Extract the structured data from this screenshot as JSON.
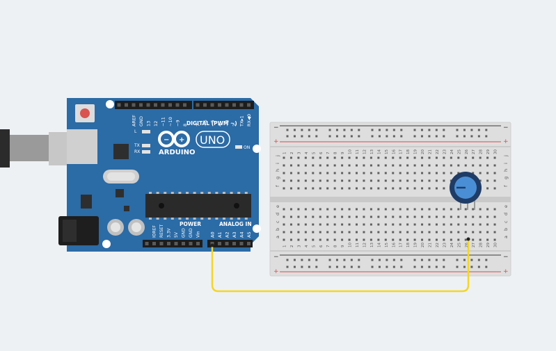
{
  "board": {
    "digital_header": "DIGITAL (PWM ~)",
    "digital_pins": [
      "AREF",
      "GND",
      "13",
      "12",
      "~11",
      "~10",
      "~9",
      "8",
      "7",
      "~6",
      "~5",
      "4",
      "~3",
      "2",
      "TX▸1",
      "RX◀0"
    ],
    "led_labels": [
      "L",
      "TX",
      "RX"
    ],
    "on_label": "ON",
    "brand_text": "ARDUINO",
    "model_text": "UNO",
    "power_header": "POWER",
    "analog_header": "ANALOG IN",
    "power_pins": [
      "IOREF",
      "RESET",
      "3.3V",
      "5V",
      "GND",
      "GND",
      "Vin"
    ],
    "analog_pins": [
      "A0",
      "A1",
      "A2",
      "A3",
      "A4",
      "A5"
    ]
  },
  "breadboard": {
    "rail_minus": "−",
    "rail_plus": "+",
    "columns": [
      "1",
      "2",
      "3",
      "4",
      "5",
      "6",
      "7",
      "8",
      "9",
      "10",
      "11",
      "12",
      "13",
      "14",
      "15",
      "16",
      "17",
      "18",
      "19",
      "20",
      "21",
      "22",
      "23",
      "24",
      "25",
      "26",
      "27",
      "28",
      "29",
      "30"
    ],
    "rows_top": [
      "j",
      "i",
      "h",
      "g",
      "f"
    ],
    "rows_bottom": [
      "e",
      "d",
      "c",
      "b",
      "a"
    ]
  },
  "colors": {
    "board": "#2b6ba6",
    "wire": "#f5d623",
    "background": "#eef1f4",
    "rail_red": "#d94b4b",
    "rail_black": "#3a3a3a"
  }
}
